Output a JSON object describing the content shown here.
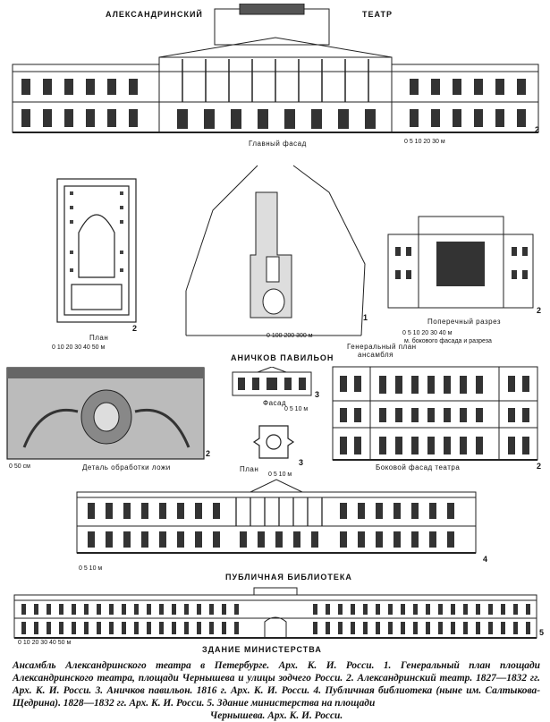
{
  "labels": {
    "theatre_left": "АЛЕКСАНДРИНСКИЙ",
    "theatre_right": "ТЕАТР",
    "main_facade": "Главный фасад",
    "main_scale": "0  5  10      20      30 м",
    "plan": "План",
    "plan_scale": "0   10   20   30   40   50 м",
    "general_plan": "Генеральный план",
    "ensemble": "ансамбля",
    "gp_scale": "0        100       200      300 м",
    "anichkov": "АНИЧКОВ ПАВИЛЬОН",
    "cross_section": "Поперечный разрез",
    "cs_scale": "0   5   10   20   30   40 м",
    "cs_scale_note": "м. бокового фасада и разреза",
    "facade": "Фасад",
    "facade_scale": "0   5   10 м",
    "small_plan": "План",
    "small_plan_scale": "0  5  10 м",
    "box_detail": "Деталь обработки ложи",
    "box_scale": "0       50 см",
    "side_facade": "Боковой фасад театра",
    "library_scale": "0   5      10 м",
    "library": "ПУБЛИЧНАЯ БИБЛИОТЕКА",
    "ministry_scale": "0  10  20  30  40  50 м",
    "ministry": "ЗДАНИЕ МИНИСТЕРСТВА"
  },
  "numbers": {
    "n_main": "2",
    "n_plan": "2",
    "n_general": "1",
    "n_cross": "2",
    "n_facade": "3",
    "n_small_plan": "3",
    "n_box": "2",
    "n_side": "2",
    "n_library": "4",
    "n_ministry": "5"
  },
  "caption": {
    "text": "Ансамбль Александринского театра в Петербурге. Арх. К. И. Росси. 1. Генеральный план площади Александринского театра, площади Чернышева и улицы зодчего Росси. 2. Александринский театр. 1827—1832 гг. Арх. К. И. Росси. 3. Аничков павильон. 1816 г. Арх. К. И. Росси. 4. Публичная библиотека (ныне им. Салтыкова-Щедрина). 1828—1832 гг. Арх. К. И. Росси. 5. Здание министерства на площади",
    "last_line": "Чернышева. Арх. К. И. Росси."
  }
}
